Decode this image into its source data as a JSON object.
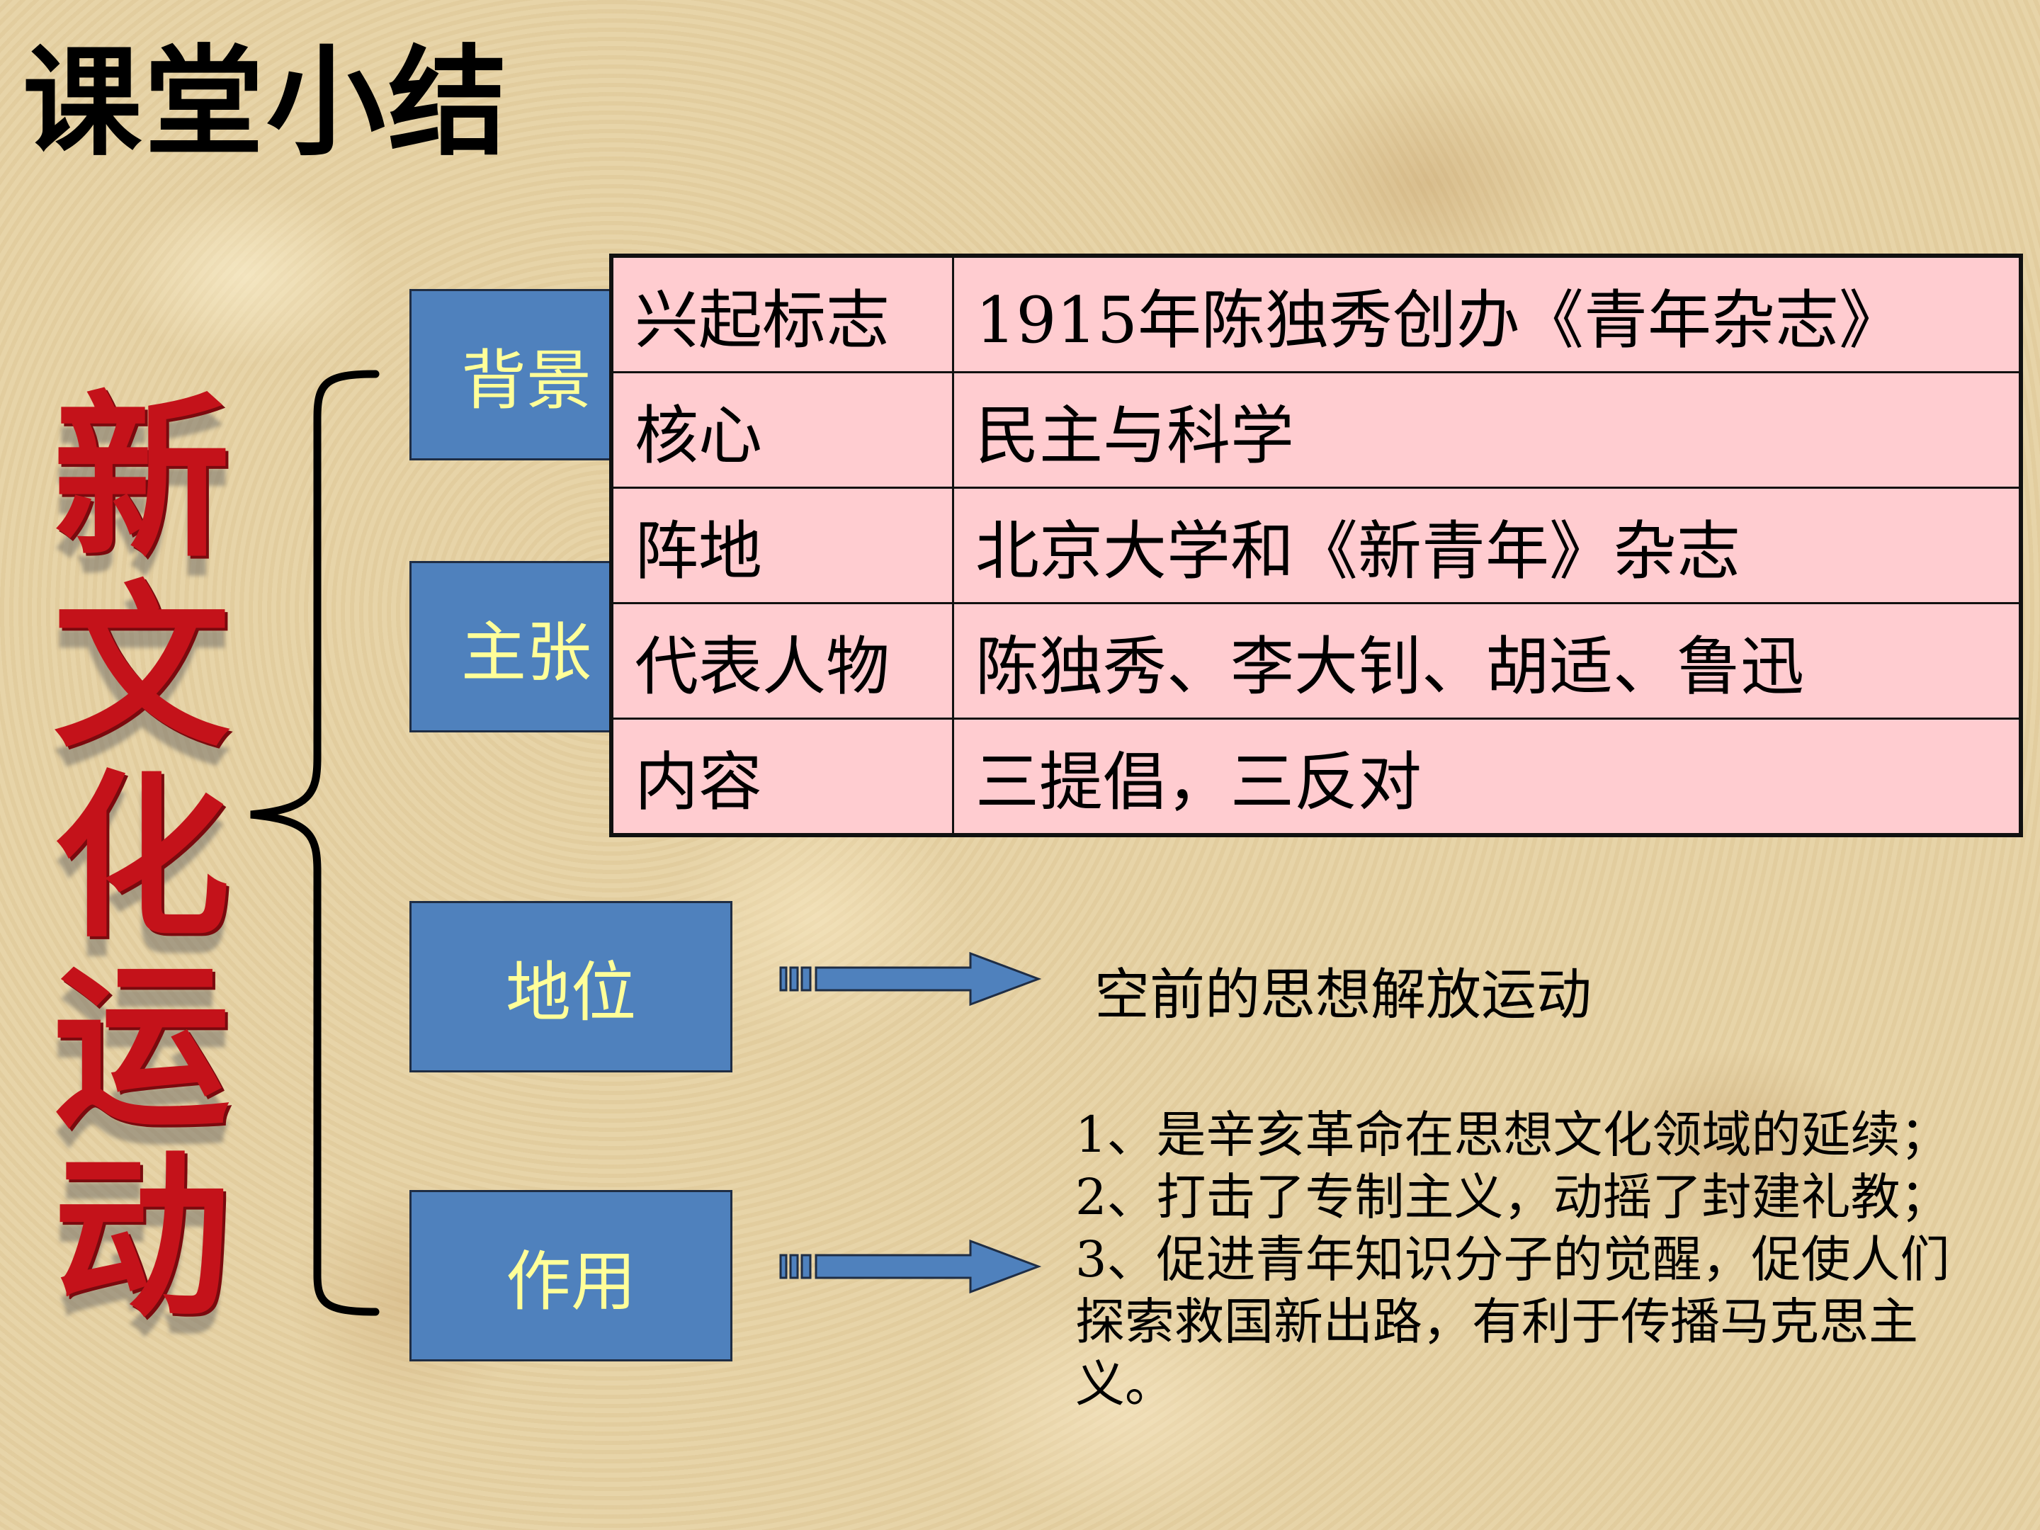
{
  "title": "课堂小结",
  "vertical_title": [
    "新",
    "文",
    "化",
    "运",
    "动"
  ],
  "boxes": {
    "background": "背景",
    "claims": "主张",
    "status": "地位",
    "effect": "作用"
  },
  "table": {
    "rows": [
      {
        "key": "兴起标志",
        "value": "1915年陈独秀创办《青年杂志》"
      },
      {
        "key": "核心",
        "value": "民主与科学"
      },
      {
        "key": "阵地",
        "value": "北京大学和《新青年》杂志"
      },
      {
        "key": "代表人物",
        "value": "陈独秀、李大钊、胡适、鲁迅"
      },
      {
        "key": "内容",
        "value": "三提倡，三反对"
      }
    ]
  },
  "status_text": "空前的思想解放运动",
  "effect_lines": [
    "1、是辛亥革命在思想文化领域的延续；",
    "2、打击了专制主义，动摇了封建礼教；",
    "3、促进青年知识分子的觉醒，促使人们",
    "探索救国新出路，有利于传播马克思主",
    "义。"
  ],
  "colors": {
    "box_fill": "#4f81bd",
    "box_text": "#ffff99",
    "table_fill": "#ffccd0",
    "vertical_title": "#c4121a"
  }
}
